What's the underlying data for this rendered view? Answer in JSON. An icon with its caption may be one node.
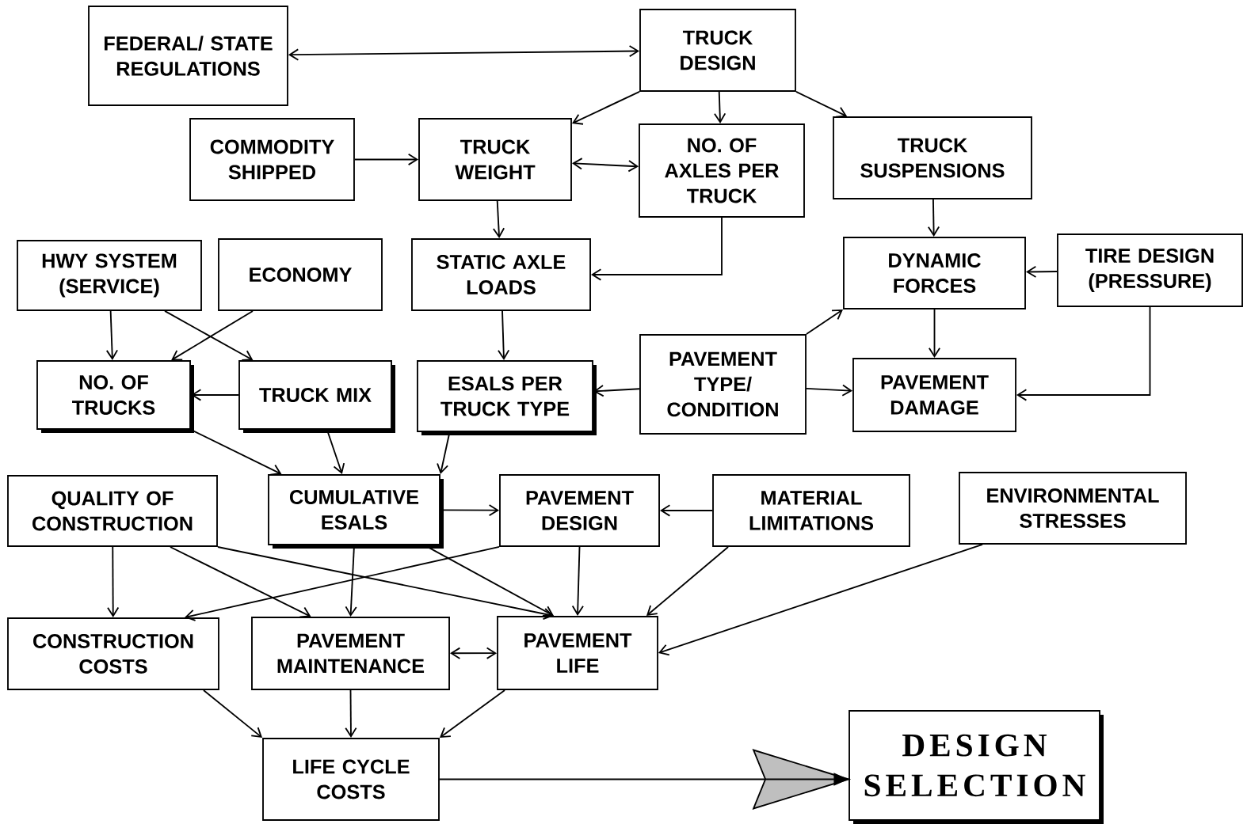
{
  "diagram": {
    "nodes": [
      {
        "text": [
          "FEDERAL/ STATE REGULATIONS"
        ]
      },
      {
        "text": [
          "TRUCK DESIGN"
        ]
      },
      {
        "text": [
          "COMMODITY SHIPPED"
        ]
      },
      {
        "text": [
          "TRUCK WEIGHT"
        ]
      },
      {
        "text": [
          "NO. OF AXLES PER TRUCK"
        ]
      },
      {
        "text": [
          "TRUCK SUSPENSIONS"
        ]
      },
      {
        "text": [
          "HWY SYSTEM (SERVICE)"
        ]
      },
      {
        "text": [
          "ECONOMY"
        ]
      },
      {
        "text": [
          "STATIC AXLE LOADS"
        ]
      },
      {
        "text": [
          "DYNAMIC FORCES"
        ]
      },
      {
        "text": [
          "TIRE DESIGN (PRESSURE)"
        ]
      },
      {
        "text": [
          "NO. OF TRUCKS"
        ]
      },
      {
        "text": [
          "TRUCK MIX"
        ]
      },
      {
        "text": [
          "ESALS PER TRUCK TYPE"
        ]
      },
      {
        "text": [
          "PAVEMENT TYPE/ CONDITION"
        ]
      },
      {
        "text": [
          "PAVEMENT DAMAGE"
        ]
      },
      {
        "text": [
          "QUALITY OF CONSTRUCTION"
        ]
      },
      {
        "text": [
          "CUMULATIVE ESALS"
        ]
      },
      {
        "text": [
          "PAVEMENT DESIGN"
        ]
      },
      {
        "text": [
          "MATERIAL LIMITATIONS"
        ]
      },
      {
        "text": [
          "ENVIRONMENTAL STRESSES"
        ]
      },
      {
        "text": [
          "CONSTRUCTION COSTS"
        ]
      },
      {
        "text": [
          "PAVEMENT MAINTENANCE"
        ]
      },
      {
        "text": [
          "PAVEMENT LIFE"
        ]
      },
      {
        "text": [
          "LIFE CYCLE COSTS"
        ]
      },
      {
        "text": [
          "DESIGN SELECTION"
        ]
      }
    ],
    "edges": [
      {
        "from": 0,
        "to": 1,
        "arrow": "both"
      },
      {
        "from": 1,
        "to": 3,
        "arrow": "to"
      },
      {
        "from": 1,
        "to": 4,
        "arrow": "to"
      },
      {
        "from": 1,
        "to": 5,
        "arrow": "to"
      },
      {
        "from": 2,
        "to": 3,
        "arrow": "to"
      },
      {
        "from": 3,
        "to": 4,
        "arrow": "both"
      },
      {
        "from": 3,
        "to": 8,
        "arrow": "to"
      },
      {
        "from": 4,
        "to": 8,
        "arrow": "to"
      },
      {
        "from": 5,
        "to": 9,
        "arrow": "to"
      },
      {
        "from": 10,
        "to": 9,
        "arrow": "to"
      },
      {
        "from": 6,
        "to": 11,
        "arrow": "to"
      },
      {
        "from": 6,
        "to": 12,
        "arrow": "to"
      },
      {
        "from": 7,
        "to": 11,
        "arrow": "to"
      },
      {
        "from": 8,
        "to": 13,
        "arrow": "to"
      },
      {
        "from": 14,
        "to": 9,
        "arrow": "to"
      },
      {
        "from": 14,
        "to": 13,
        "arrow": "to"
      },
      {
        "from": 14,
        "to": 15,
        "arrow": "to"
      },
      {
        "from": 9,
        "to": 15,
        "arrow": "to"
      },
      {
        "from": 10,
        "to": 15,
        "arrow": "to"
      },
      {
        "from": 12,
        "to": 11,
        "arrow": "to"
      },
      {
        "from": 11,
        "to": 17,
        "arrow": "to"
      },
      {
        "from": 12,
        "to": 17,
        "arrow": "to"
      },
      {
        "from": 13,
        "to": 17,
        "arrow": "to"
      },
      {
        "from": 17,
        "to": 18,
        "arrow": "to"
      },
      {
        "from": 19,
        "to": 18,
        "arrow": "to"
      },
      {
        "from": 16,
        "to": 21,
        "arrow": "to"
      },
      {
        "from": 16,
        "to": 22,
        "arrow": "to"
      },
      {
        "from": 16,
        "to": 23,
        "arrow": "to"
      },
      {
        "from": 17,
        "to": 22,
        "arrow": "to"
      },
      {
        "from": 17,
        "to": 23,
        "arrow": "to"
      },
      {
        "from": 18,
        "to": 21,
        "arrow": "to"
      },
      {
        "from": 18,
        "to": 23,
        "arrow": "to"
      },
      {
        "from": 19,
        "to": 23,
        "arrow": "to"
      },
      {
        "from": 20,
        "to": 23,
        "arrow": "to"
      },
      {
        "from": 22,
        "to": 23,
        "arrow": "both"
      },
      {
        "from": 21,
        "to": 24,
        "arrow": "to"
      },
      {
        "from": 22,
        "to": 24,
        "arrow": "to"
      },
      {
        "from": 23,
        "to": 24,
        "arrow": "to"
      },
      {
        "from": 24,
        "to": 25,
        "arrow": "to"
      }
    ]
  }
}
